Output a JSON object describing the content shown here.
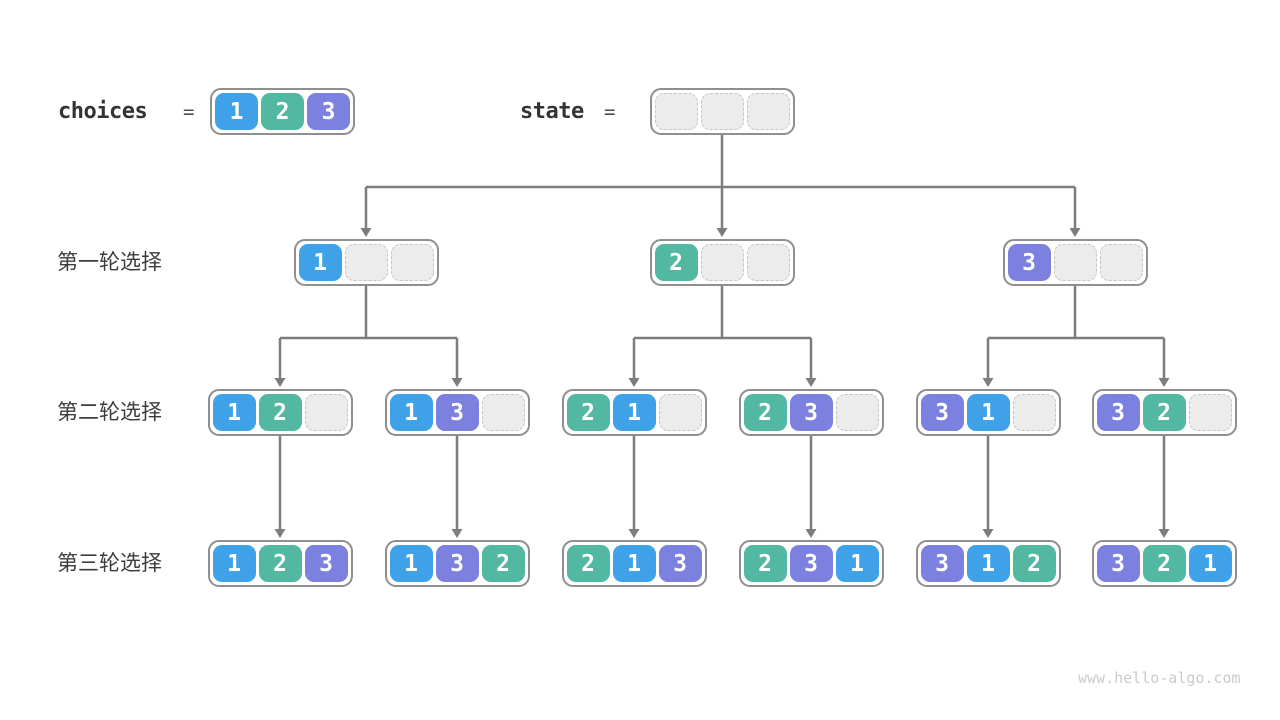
{
  "header": {
    "choices": {
      "label": "choices",
      "equals": "=",
      "values": [
        "1",
        "2",
        "3"
      ]
    },
    "state": {
      "label": "state",
      "equals": "=",
      "values": [
        "",
        "",
        ""
      ]
    }
  },
  "rounds": [
    {
      "label": "第一轮选择",
      "states": [
        [
          "1",
          "",
          ""
        ],
        [
          "2",
          "",
          ""
        ],
        [
          "3",
          "",
          ""
        ]
      ]
    },
    {
      "label": "第二轮选择",
      "states": [
        [
          "1",
          "2",
          ""
        ],
        [
          "1",
          "3",
          ""
        ],
        [
          "2",
          "1",
          ""
        ],
        [
          "2",
          "3",
          ""
        ],
        [
          "3",
          "1",
          ""
        ],
        [
          "3",
          "2",
          ""
        ]
      ]
    },
    {
      "label": "第三轮选择",
      "states": [
        [
          "1",
          "2",
          "3"
        ],
        [
          "1",
          "3",
          "2"
        ],
        [
          "2",
          "1",
          "3"
        ],
        [
          "2",
          "3",
          "1"
        ],
        [
          "3",
          "1",
          "2"
        ],
        [
          "3",
          "2",
          "1"
        ]
      ]
    }
  ],
  "footer": {
    "watermark": "www.hello-algo.com"
  },
  "colors": {
    "value_1": "#3FA2E8",
    "value_2": "#52B8A2",
    "value_3": "#7C81E0",
    "arrow": "#7D7D7D",
    "box_border": "#8F8F8F",
    "empty_slot_fill": "#ECECEC",
    "empty_slot_border": "#C6C6C6"
  }
}
